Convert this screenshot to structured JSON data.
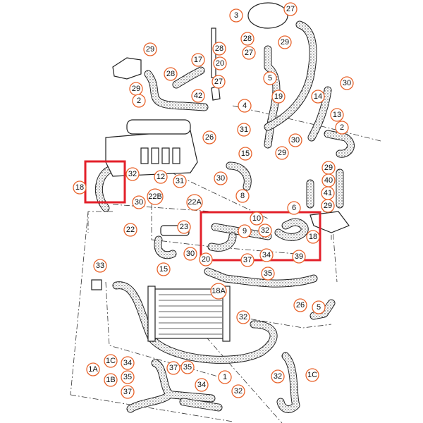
{
  "diagram": {
    "title": "Cooling system hose layout",
    "callouts": [
      "3",
      "27",
      "28",
      "29",
      "28",
      "27",
      "20",
      "29",
      "17",
      "28",
      "5",
      "27",
      "29",
      "42",
      "19",
      "14",
      "30",
      "2",
      "4",
      "13",
      "2",
      "31",
      "26",
      "30",
      "29",
      "15",
      "29",
      "40",
      "41",
      "29",
      "18",
      "32",
      "12",
      "31",
      "30",
      "30",
      "22B",
      "22A",
      "8",
      "6",
      "22",
      "23",
      "30",
      "15",
      "20",
      "10",
      "9",
      "32",
      "18",
      "34",
      "39",
      "37",
      "35",
      "33",
      "18A",
      "26",
      "5",
      "32",
      "1C",
      "1A",
      "34",
      "1B",
      "35",
      "37",
      "37",
      "35",
      "34",
      "1",
      "32",
      "1C",
      "32"
    ],
    "highlight_color": "#e3202a",
    "callout_color": "#e8642c"
  }
}
